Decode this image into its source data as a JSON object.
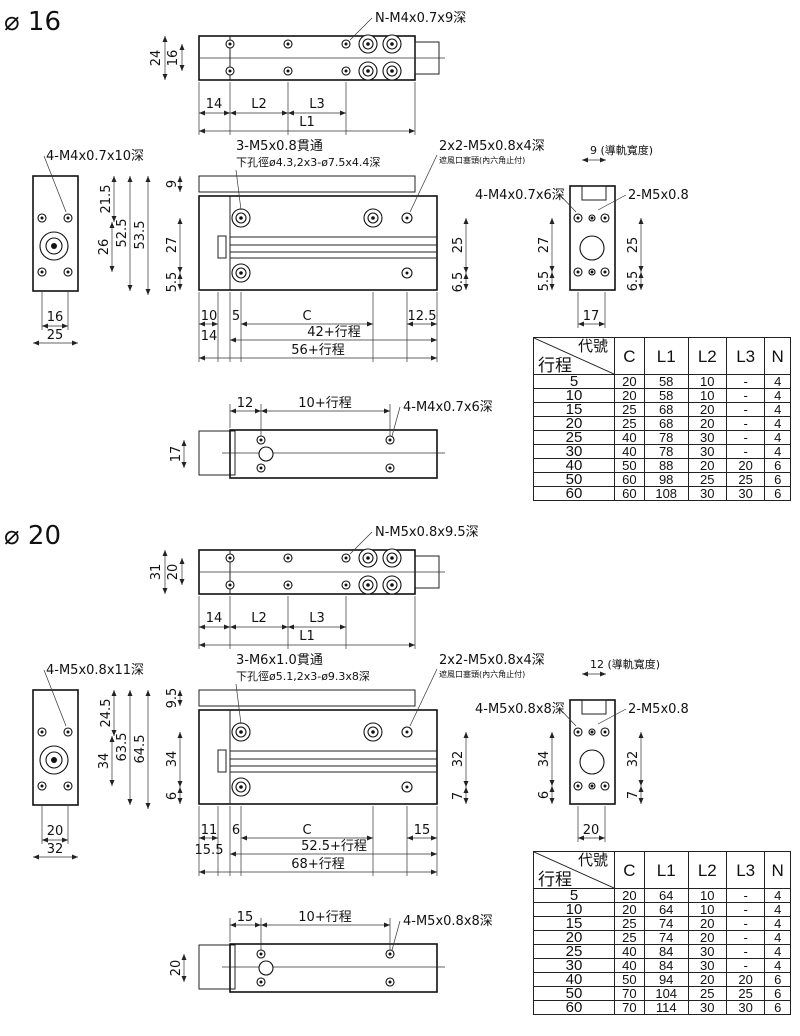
{
  "sections": [
    {
      "title": "⌀ 16",
      "top_callout": "N-M4x0.7x9深",
      "top_dims": [
        "24",
        "16",
        "14",
        "L2",
        "L3",
        "L1"
      ],
      "left_callout": "4-M4x0.7x10深",
      "left_dims": [
        "21.5",
        "52.5",
        "53.5",
        "26",
        "16",
        "25"
      ],
      "main_callout1": "3-M5x0.8貫通",
      "main_callout1b": "下孔徑ø4.3,2x3-ø7.5x4.4深",
      "main_callout2": "2x2-M5x0.8x4深",
      "main_callout2b": "遮風口塞頭(內六角止付)",
      "main_dims": [
        "9",
        "27",
        "5.5",
        "25",
        "6.5",
        "10",
        "5",
        "C",
        "12.5",
        "14",
        "42+行程",
        "56+行程"
      ],
      "right_callout1": "9 (導軌寬度)",
      "right_callout2": "4-M4x0.7x6深",
      "right_callout3": "2-M5x0.8",
      "right_dims": [
        "27",
        "5.5",
        "25",
        "6.5",
        "17"
      ],
      "bottom_dims": [
        "12",
        "10+行程",
        "4-M4x0.7x6深",
        "17"
      ],
      "table": {
        "header_top": "代號",
        "header_bottom": "行程",
        "columns": [
          "C",
          "L1",
          "L2",
          "L3",
          "N"
        ],
        "rows": [
          [
            "5",
            "20",
            "58",
            "10",
            "-",
            "4"
          ],
          [
            "10",
            "20",
            "58",
            "10",
            "-",
            "4"
          ],
          [
            "15",
            "25",
            "68",
            "20",
            "-",
            "4"
          ],
          [
            "20",
            "25",
            "68",
            "20",
            "-",
            "4"
          ],
          [
            "25",
            "40",
            "78",
            "30",
            "-",
            "4"
          ],
          [
            "30",
            "40",
            "78",
            "30",
            "-",
            "4"
          ],
          [
            "40",
            "50",
            "88",
            "20",
            "20",
            "6"
          ],
          [
            "50",
            "60",
            "98",
            "25",
            "25",
            "6"
          ],
          [
            "60",
            "60",
            "108",
            "30",
            "30",
            "6"
          ]
        ]
      }
    },
    {
      "title": "⌀ 20",
      "top_callout": "N-M5x0.8x9.5深",
      "top_dims": [
        "31",
        "20",
        "14",
        "L2",
        "L3",
        "L1"
      ],
      "left_callout": "4-M5x0.8x11深",
      "left_dims": [
        "24.5",
        "63.5",
        "64.5",
        "34",
        "20",
        "32"
      ],
      "main_callout1": "3-M6x1.0貫通",
      "main_callout1b": "下孔徑ø5.1,2x3-ø9.3x8深",
      "main_callout2": "2x2-M5x0.8x4深",
      "main_callout2b": "遮風口塞頭(內六角止付)",
      "main_dims": [
        "9.5",
        "34",
        "6",
        "32",
        "7",
        "11",
        "6",
        "C",
        "15",
        "15.5",
        "52.5+行程",
        "68+行程"
      ],
      "right_callout1": "12 (導軌寬度)",
      "right_callout2": "4-M5x0.8x8深",
      "right_callout3": "2-M5x0.8",
      "right_dims": [
        "34",
        "6",
        "32",
        "7",
        "20"
      ],
      "bottom_dims": [
        "15",
        "10+行程",
        "4-M5x0.8x8深",
        "20"
      ],
      "table": {
        "header_top": "代號",
        "header_bottom": "行程",
        "columns": [
          "C",
          "L1",
          "L2",
          "L3",
          "N"
        ],
        "rows": [
          [
            "5",
            "20",
            "64",
            "10",
            "-",
            "4"
          ],
          [
            "10",
            "20",
            "64",
            "10",
            "-",
            "4"
          ],
          [
            "15",
            "25",
            "74",
            "20",
            "-",
            "4"
          ],
          [
            "20",
            "25",
            "74",
            "20",
            "-",
            "4"
          ],
          [
            "25",
            "40",
            "84",
            "30",
            "-",
            "4"
          ],
          [
            "30",
            "40",
            "84",
            "30",
            "-",
            "4"
          ],
          [
            "40",
            "50",
            "94",
            "20",
            "20",
            "6"
          ],
          [
            "50",
            "70",
            "104",
            "25",
            "25",
            "6"
          ],
          [
            "60",
            "70",
            "114",
            "30",
            "30",
            "6"
          ]
        ]
      }
    }
  ]
}
